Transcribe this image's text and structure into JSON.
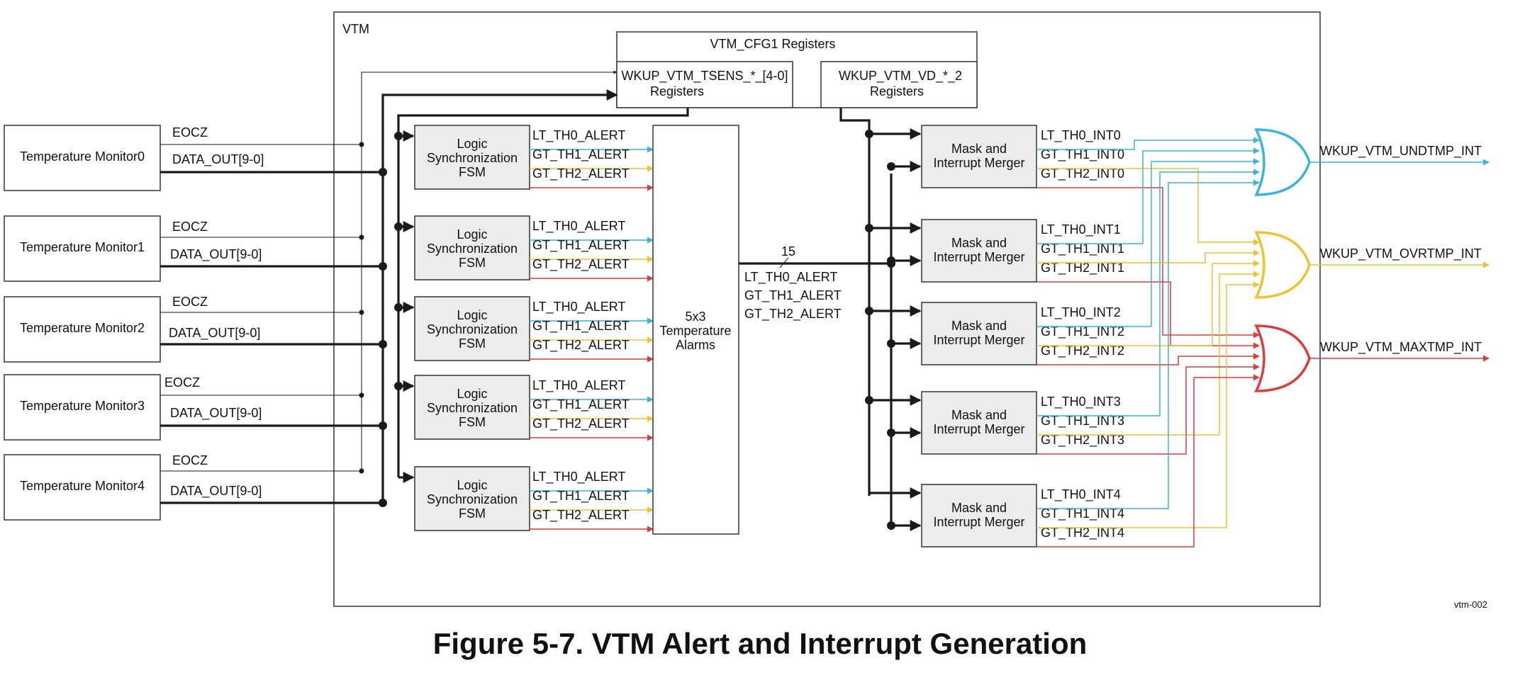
{
  "vtm_label": "VTM",
  "cfg_title": "VTM_CFG1 Registers",
  "tsens_reg": [
    "WKUP_VTM_TSENS_*_[4-0]",
    "Registers"
  ],
  "vd_reg": [
    "WKUP_VTM_VD_*_2",
    "Registers"
  ],
  "monitors": [
    {
      "name": "Temperature Monitor0",
      "eocz": "EOCZ",
      "data": "DATA_OUT[9-0]"
    },
    {
      "name": "Temperature Monitor1",
      "eocz": "EOCZ",
      "data": "DATA_OUT[9-0]"
    },
    {
      "name": "Temperature Monitor2",
      "eocz": "EOCZ",
      "data": "DATA_OUT[9-0]"
    },
    {
      "name": "Temperature Monitor3",
      "eocz": "EOCZ",
      "data": "DATA_OUT[9-0]"
    },
    {
      "name": "Temperature Monitor4",
      "eocz": "EOCZ",
      "data": "DATA_OUT[9-0]"
    }
  ],
  "fsm_lines": [
    "Logic",
    "Synchronization",
    "FSM"
  ],
  "alert_labels": [
    "LT_TH0_ALERT",
    "GT_TH1_ALERT",
    "GT_TH2_ALERT"
  ],
  "alarms_lines": [
    "5x3",
    "Temperature",
    "Alarms"
  ],
  "bus_width": "15",
  "bus_labels": [
    "LT_TH0_ALERT",
    "GT_TH1_ALERT",
    "GT_TH2_ALERT"
  ],
  "merger_lines": [
    "Mask and",
    "Interrupt Merger"
  ],
  "int_labels": [
    [
      "LT_TH0_INT0",
      "GT_TH1_INT0",
      "GT_TH2_INT0"
    ],
    [
      "LT_TH0_INT1",
      "GT_TH1_INT1",
      "GT_TH2_INT1"
    ],
    [
      "LT_TH0_INT2",
      "GT_TH1_INT2",
      "GT_TH2_INT2"
    ],
    [
      "LT_TH0_INT3",
      "GT_TH1_INT3",
      "GT_TH2_INT3"
    ],
    [
      "LT_TH0_INT4",
      "GT_TH1_INT4",
      "GT_TH2_INT4"
    ]
  ],
  "outputs": [
    "WKUP_VTM_UNDTMP_INT",
    "WKUP_VTM_OVRTMP_INT",
    "WKUP_VTM_MAXTMP_INT"
  ],
  "figure_id": "vtm-002",
  "caption": "Figure 5-7. VTM Alert and Interrupt Generation",
  "colors": {
    "lt": "#3ab4dc",
    "gt1": "#f2c12e",
    "gt2": "#e03a3a",
    "line": "#1a1a1a",
    "block_fill": "#ececec"
  }
}
